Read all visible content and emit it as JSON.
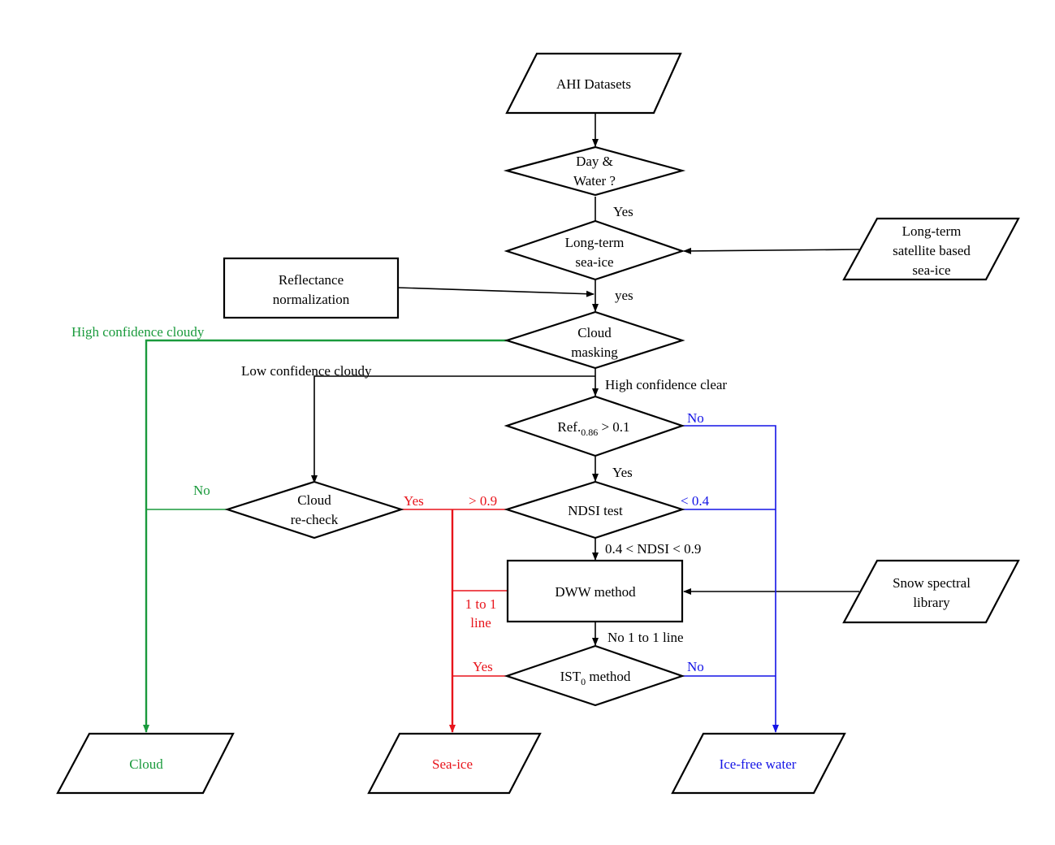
{
  "colors": {
    "black": "#000000",
    "green": "#1a9a3c",
    "red": "#e8141b",
    "blue": "#1414e6"
  },
  "nodes": {
    "ahi_datasets": "AHI Datasets",
    "day_water": [
      "Day &",
      "Water ?"
    ],
    "longterm_seaice": [
      "Long-term",
      "sea-ice"
    ],
    "longterm_satellite": [
      "Long-term",
      "satellite based",
      "sea-ice"
    ],
    "reflectance_normalization": [
      "Reflectance",
      "normalization"
    ],
    "cloud_masking": [
      "Cloud",
      "masking"
    ],
    "ref_test": {
      "main": "Ref.",
      "sub": "0.86",
      "rest": " > 0.1"
    },
    "ndsi_test": "NDSI test",
    "cloud_recheck": [
      "Cloud",
      "re-check"
    ],
    "dww_method": "DWW method",
    "snow_spectral_library": [
      "Snow spectral",
      "library"
    ],
    "ist_method": {
      "main": "IST",
      "sub": "0",
      "rest": " method"
    },
    "cloud_out": "Cloud",
    "seaice_out": "Sea-ice",
    "icefree_out": "Ice-free water"
  },
  "edge_labels": {
    "yes_daywater": "Yes",
    "yes_longterm": "yes",
    "high_conf_cloudy": "High confidence cloudy",
    "low_conf_cloudy": "Low confidence cloudy",
    "high_conf_clear": "High confidence clear",
    "no_ref": "No",
    "yes_ref": "Yes",
    "no_recheck": "No",
    "yes_recheck": "Yes",
    "gt_09": "> 0.9",
    "lt_04": "< 0.4",
    "ndsi_between": "0.4 < NDSI < 0.9",
    "one_to_one": [
      "1 to 1",
      "line"
    ],
    "no_one_to_one": "No 1 to 1 line",
    "yes_ist": "Yes",
    "no_ist": "No"
  }
}
